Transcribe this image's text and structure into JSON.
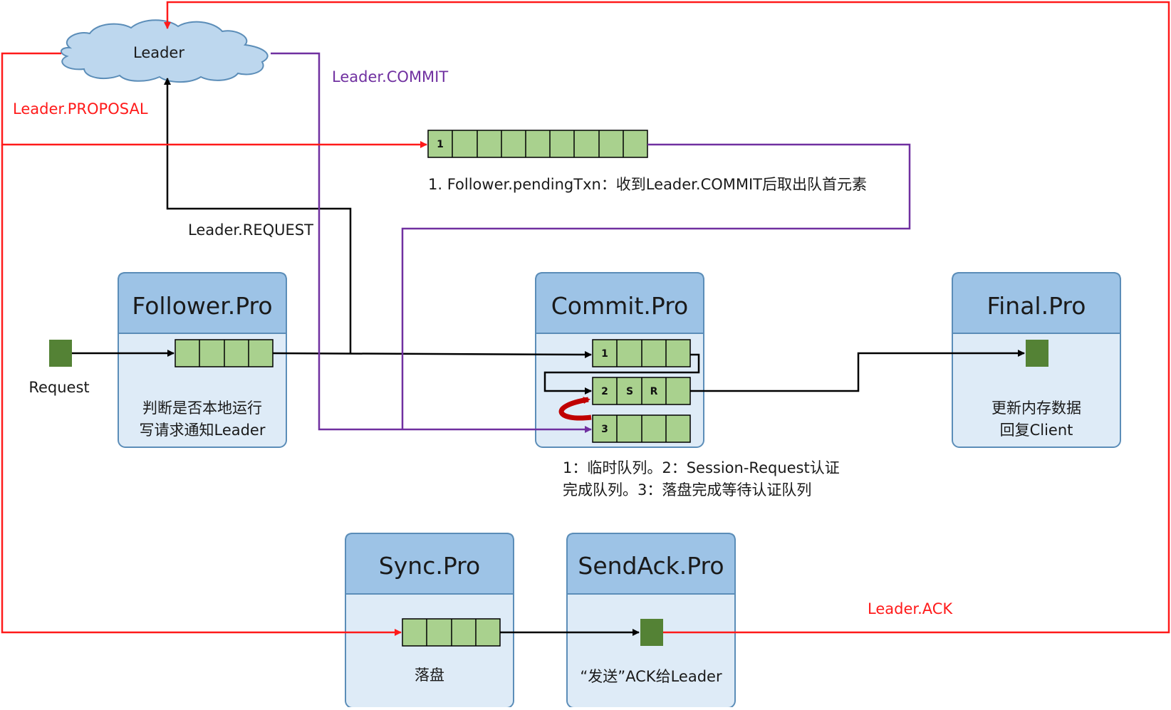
{
  "leader": {
    "label": "Leader"
  },
  "edges": {
    "proposal": "Leader.PROPOSAL",
    "commit": "Leader.COMMIT",
    "request": "Leader.REQUEST",
    "ack": "Leader.ACK"
  },
  "pending_txn": {
    "cell_label": "1",
    "caption": "1. Follower.pendingTxn：收到Leader.COMMIT后取出队首元素"
  },
  "follower": {
    "title": "Follower.Pro",
    "input_label": "Request",
    "desc_line1": "判断是否本地运行",
    "desc_line2": "写请求通知Leader"
  },
  "commit": {
    "title": "Commit.Pro",
    "q1_label": "1",
    "q2_label": "2",
    "q2_s": "S",
    "q2_r": "R",
    "q3_label": "3",
    "note_line1": "1：临时队列。2：Session-Request认证",
    "note_line2": "完成队列。3：落盘完成等待认证队列"
  },
  "final": {
    "title": "Final.Pro",
    "desc_line1": "更新内存数据",
    "desc_line2": "回复Client"
  },
  "sync": {
    "title": "Sync.Pro",
    "desc": "落盘"
  },
  "sendack": {
    "title": "SendAck.Pro",
    "desc": "“发送”ACK给Leader"
  },
  "colors": {
    "box_header": "#9dc3e6",
    "box_body": "#deebf7",
    "box_border": "#5b8db8",
    "queue_cell": "#a9d18e",
    "queue_block": "#548235",
    "red": "#ff1a1a",
    "purple": "#7030a0",
    "black": "#000000",
    "cloud": "#bdd7ee"
  }
}
